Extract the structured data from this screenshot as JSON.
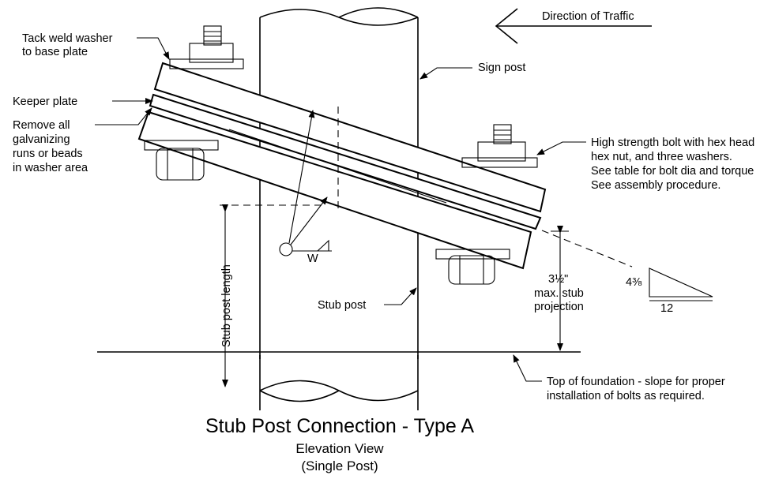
{
  "labels": {
    "direction": "Direction of Traffic",
    "tack_weld_1": "Tack weld washer",
    "tack_weld_2": "to base plate",
    "sign_post": "Sign post",
    "keeper_plate": "Keeper plate",
    "remove_1": "Remove all",
    "remove_2": "galvanizing",
    "remove_3": "runs or beads",
    "remove_4": "in washer area",
    "bolt_1": "High strength bolt with hex head",
    "bolt_2": "hex nut, and three washers.",
    "bolt_3": "See table for bolt dia and torque",
    "bolt_4": "See assembly procedure.",
    "weld_symbol": "W",
    "stub_length": "Stub post length",
    "stub_post": "Stub post",
    "projection_value": "3½\"",
    "projection_1": "max. stub",
    "projection_2": "projection",
    "slope_rise": "4⅜",
    "slope_run": "12",
    "foundation_1": "Top of foundation - slope for proper",
    "foundation_2": "installation of bolts as required."
  },
  "title": {
    "main": "Stub Post Connection - Type A",
    "sub1": "Elevation View",
    "sub2": "(Single Post)"
  }
}
